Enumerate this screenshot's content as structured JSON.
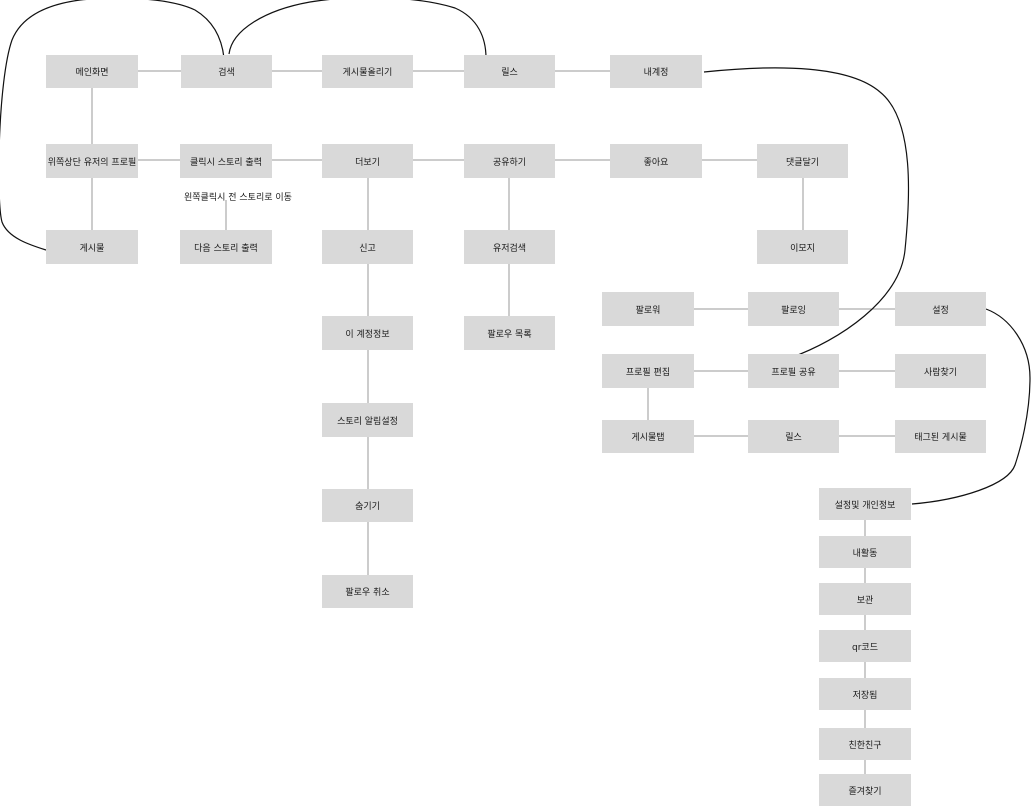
{
  "nodes": {
    "main": "메인화면",
    "search": "검색",
    "post_upload": "게시물올리기",
    "reels": "릴스",
    "my_account": "내계정",
    "top_left_profile": "위쪽상단 유저의 프로필",
    "story_click": "클릭시 스토리 출력",
    "more": "더보기",
    "share": "공유하기",
    "like": "좋아요",
    "comment": "댓글달기",
    "post": "게시물",
    "next_story": "다음 스토리 출력",
    "report": "신고",
    "user_search": "유저검색",
    "emoji": "이모지",
    "account_info": "이 계정정보",
    "follow_list": "팔로우 목록",
    "story_alert": "스토리 알림설정",
    "hide": "숨기기",
    "unfollow": "팔로우 취소",
    "follower": "팔로워",
    "following": "팔로잉",
    "settings": "설정",
    "edit_profile": "프로필 편집",
    "share_profile": "프로필 공유",
    "find_people": "사람찾기",
    "posts_tab": "게시물탭",
    "reels_tab": "릴스",
    "tagged_posts": "태그된 게시물",
    "settings_privacy": "설정및 개인정보",
    "my_activity": "내활동",
    "archive": "보관",
    "qr_code": "qr코드",
    "saved": "저장됨",
    "close_friends": "친한친구",
    "favorites": "즐겨찾기"
  },
  "notes": {
    "left_click_prev": "왼쪽클릭시 전 스토리로 이동"
  }
}
